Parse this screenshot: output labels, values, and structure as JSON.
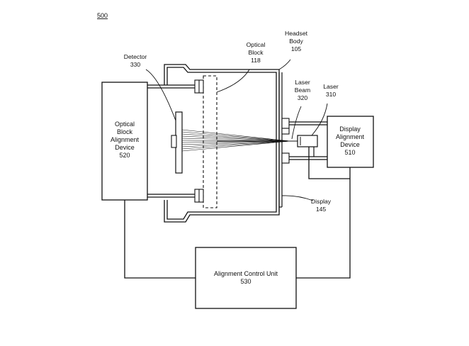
{
  "figure_number": "500",
  "labels": {
    "detector": [
      "Detector",
      "330"
    ],
    "optical_block": [
      "Optical",
      "Block",
      "118"
    ],
    "headset_body": [
      "Headset",
      "Body",
      "105"
    ],
    "laser_beam": [
      "Laser",
      "Beam",
      "320"
    ],
    "laser": [
      "Laser",
      "310"
    ],
    "display": [
      "Display",
      "145"
    ]
  },
  "boxes": {
    "optical_block_alignment_device": [
      "Optical",
      "Block",
      "Alignment",
      "Device",
      "520"
    ],
    "display_alignment_device": [
      "Display",
      "Alignment",
      "Device",
      "510"
    ],
    "alignment_control_unit": [
      "Alignment Control Unit",
      "530"
    ]
  },
  "colors": {
    "line": "#111111",
    "background": "#ffffff"
  }
}
